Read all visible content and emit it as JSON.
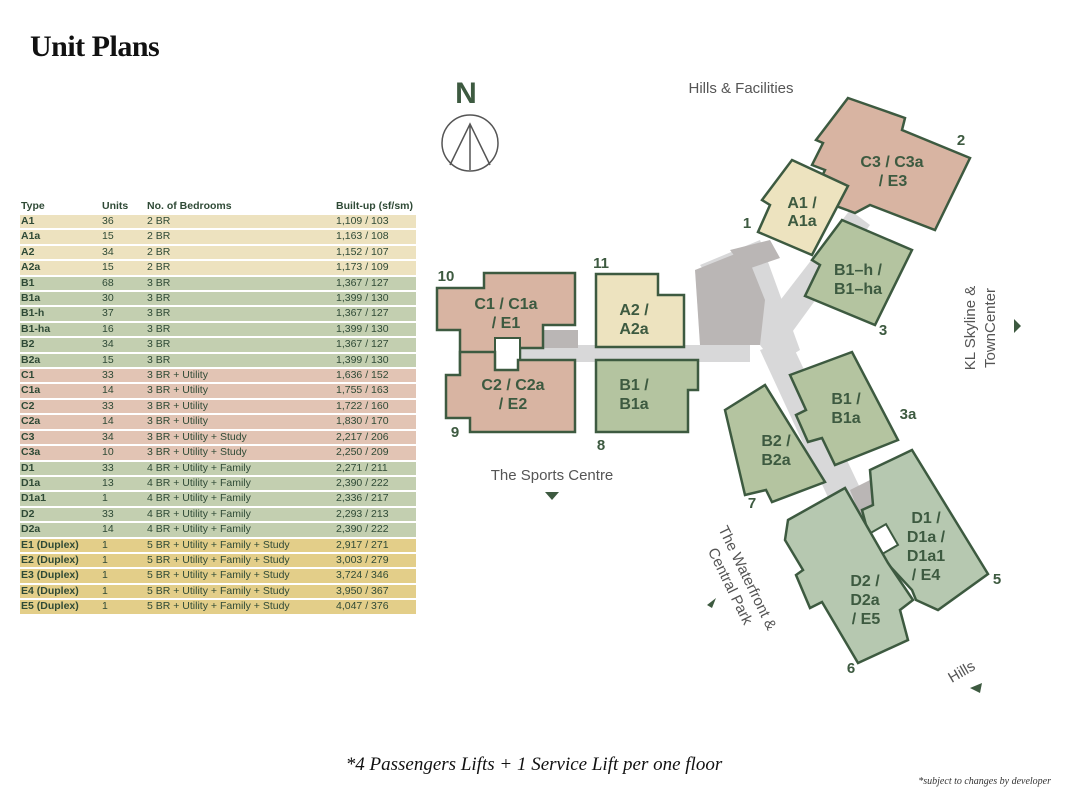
{
  "page": {
    "title": "Unit Plans"
  },
  "table": {
    "headers": [
      "Type",
      "Units",
      "No. of Bedrooms",
      "Built-up (sf/sm)"
    ],
    "rows": [
      {
        "type": "A1",
        "units": "36",
        "bedrooms": "2 BR",
        "builtup": "1,109 / 103",
        "color": "#ede2bf"
      },
      {
        "type": "A1a",
        "units": "15",
        "bedrooms": "2 BR",
        "builtup": "1,163 / 108",
        "color": "#ede2bf"
      },
      {
        "type": "A2",
        "units": "34",
        "bedrooms": "2 BR",
        "builtup": "1,152 / 107",
        "color": "#ede2bf"
      },
      {
        "type": "A2a",
        "units": "15",
        "bedrooms": "2 BR",
        "builtup": "1,173 / 109",
        "color": "#ede2bf"
      },
      {
        "type": "B1",
        "units": "68",
        "bedrooms": "3 BR",
        "builtup": "1,367 / 127",
        "color": "#c3cfb0"
      },
      {
        "type": "B1a",
        "units": "30",
        "bedrooms": "3 BR",
        "builtup": "1,399 / 130",
        "color": "#c3cfb0"
      },
      {
        "type": "B1-h",
        "units": "37",
        "bedrooms": "3 BR",
        "builtup": "1,367 / 127",
        "color": "#c3cfb0"
      },
      {
        "type": "B1-ha",
        "units": "16",
        "bedrooms": "3 BR",
        "builtup": "1,399 / 130",
        "color": "#c3cfb0"
      },
      {
        "type": "B2",
        "units": "34",
        "bedrooms": "3 BR",
        "builtup": "1,367 / 127",
        "color": "#c3cfb0"
      },
      {
        "type": "B2a",
        "units": "15",
        "bedrooms": "3 BR",
        "builtup": "1,399 / 130",
        "color": "#c3cfb0"
      },
      {
        "type": "C1",
        "units": "33",
        "bedrooms": "3 BR + Utility",
        "builtup": "1,636 / 152",
        "color": "#e2c4b4"
      },
      {
        "type": "C1a",
        "units": "14",
        "bedrooms": "3 BR + Utility",
        "builtup": "1,755 / 163",
        "color": "#e2c4b4"
      },
      {
        "type": "C2",
        "units": "33",
        "bedrooms": "3 BR + Utility",
        "builtup": "1,722 / 160",
        "color": "#e2c4b4"
      },
      {
        "type": "C2a",
        "units": "14",
        "bedrooms": "3 BR + Utility",
        "builtup": "1,830 / 170",
        "color": "#e2c4b4"
      },
      {
        "type": "C3",
        "units": "34",
        "bedrooms": "3 BR + Utility + Study",
        "builtup": "2,217 / 206",
        "color": "#e2c4b4"
      },
      {
        "type": "C3a",
        "units": "10",
        "bedrooms": "3 BR + Utility + Study",
        "builtup": "2,250 / 209",
        "color": "#e2c4b4"
      },
      {
        "type": "D1",
        "units": "33",
        "bedrooms": "4 BR + Utility + Family",
        "builtup": "2,271 / 211",
        "color": "#c3cfb0"
      },
      {
        "type": "D1a",
        "units": "13",
        "bedrooms": "4 BR + Utility + Family",
        "builtup": "2,390 / 222",
        "color": "#c3cfb0"
      },
      {
        "type": "D1a1",
        "units": "1",
        "bedrooms": "4 BR + Utility + Family",
        "builtup": "2,336 / 217",
        "color": "#c3cfb0"
      },
      {
        "type": "D2",
        "units": "33",
        "bedrooms": "4 BR + Utility + Family",
        "builtup": "2,293 / 213",
        "color": "#c3cfb0"
      },
      {
        "type": "D2a",
        "units": "14",
        "bedrooms": "4 BR + Utility + Family",
        "builtup": "2,390 / 222",
        "color": "#c3cfb0"
      },
      {
        "type": "E1  (Duplex)",
        "units": "1",
        "bedrooms": "5 BR + Utility + Family + Study",
        "builtup": "2,917 / 271",
        "color": "#e3ce89"
      },
      {
        "type": "E2  (Duplex)",
        "units": "1",
        "bedrooms": "5 BR + Utility + Family + Study",
        "builtup": "3,003 / 279",
        "color": "#e3ce89"
      },
      {
        "type": "E3  (Duplex)",
        "units": "1",
        "bedrooms": "5 BR + Utility + Family + Study",
        "builtup": "3,724 / 346",
        "color": "#e3ce89"
      },
      {
        "type": "E4  (Duplex)",
        "units": "1",
        "bedrooms": "5 BR + Utility + Family + Study",
        "builtup": "3,950 / 367",
        "color": "#e3ce89"
      },
      {
        "type": "E5  (Duplex)",
        "units": "1",
        "bedrooms": "5 BR + Utility + Family + Study",
        "builtup": "4,047 / 376",
        "color": "#e3ce89"
      }
    ]
  },
  "plan": {
    "compass": "N",
    "labels": {
      "hills_facilities": "Hills & Facilities",
      "kl_line1": "KL Skyline &",
      "kl_line2": "TownCenter",
      "sports": "The Sports Centre",
      "waterfront_line1": "The Waterfront &",
      "waterfront_line2": "Central Park",
      "hills": "Hills"
    },
    "blocks": {
      "c3": {
        "line1": "C3 / C3a",
        "line2": "/ E3",
        "number": "2"
      },
      "a1": {
        "line1": "A1 /",
        "line2": "A1a",
        "number": "1"
      },
      "b1h": {
        "line1": "B1–h /",
        "line2": "B1–ha",
        "number": "3"
      },
      "c1": {
        "line1": "C1 / C1a",
        "line2": "/ E1",
        "number": "10"
      },
      "a2": {
        "line1": "A2 /",
        "line2": "A2a",
        "number": "11"
      },
      "c2": {
        "line1": "C2 / C2a",
        "line2": "/ E2",
        "number": "9"
      },
      "b1_8": {
        "line1": "B1 /",
        "line2": "B1a",
        "number": "8"
      },
      "b1_3a": {
        "line1": "B1 /",
        "line2": "B1a",
        "number": "3a"
      },
      "b2": {
        "line1": "B2 /",
        "line2": "B2a",
        "number": "7"
      },
      "d1": {
        "line1": "D1 /",
        "line2": "D1a /",
        "line3": "D1a1",
        "line4": "/ E4",
        "number": "5"
      },
      "d2": {
        "line1": "D2 /",
        "line2": "D2a",
        "line3": "/ E5",
        "number": "6"
      }
    },
    "colors": {
      "pink": "#d8b4a2",
      "cream": "#ede3bf",
      "green": "#b4c4a0",
      "green2": "#b6c8b0",
      "outline": "#3d5a40"
    }
  },
  "footnote": "*4 Passengers Lifts + 1 Service Lift per one floor",
  "subject": "*subject to changes by developer"
}
